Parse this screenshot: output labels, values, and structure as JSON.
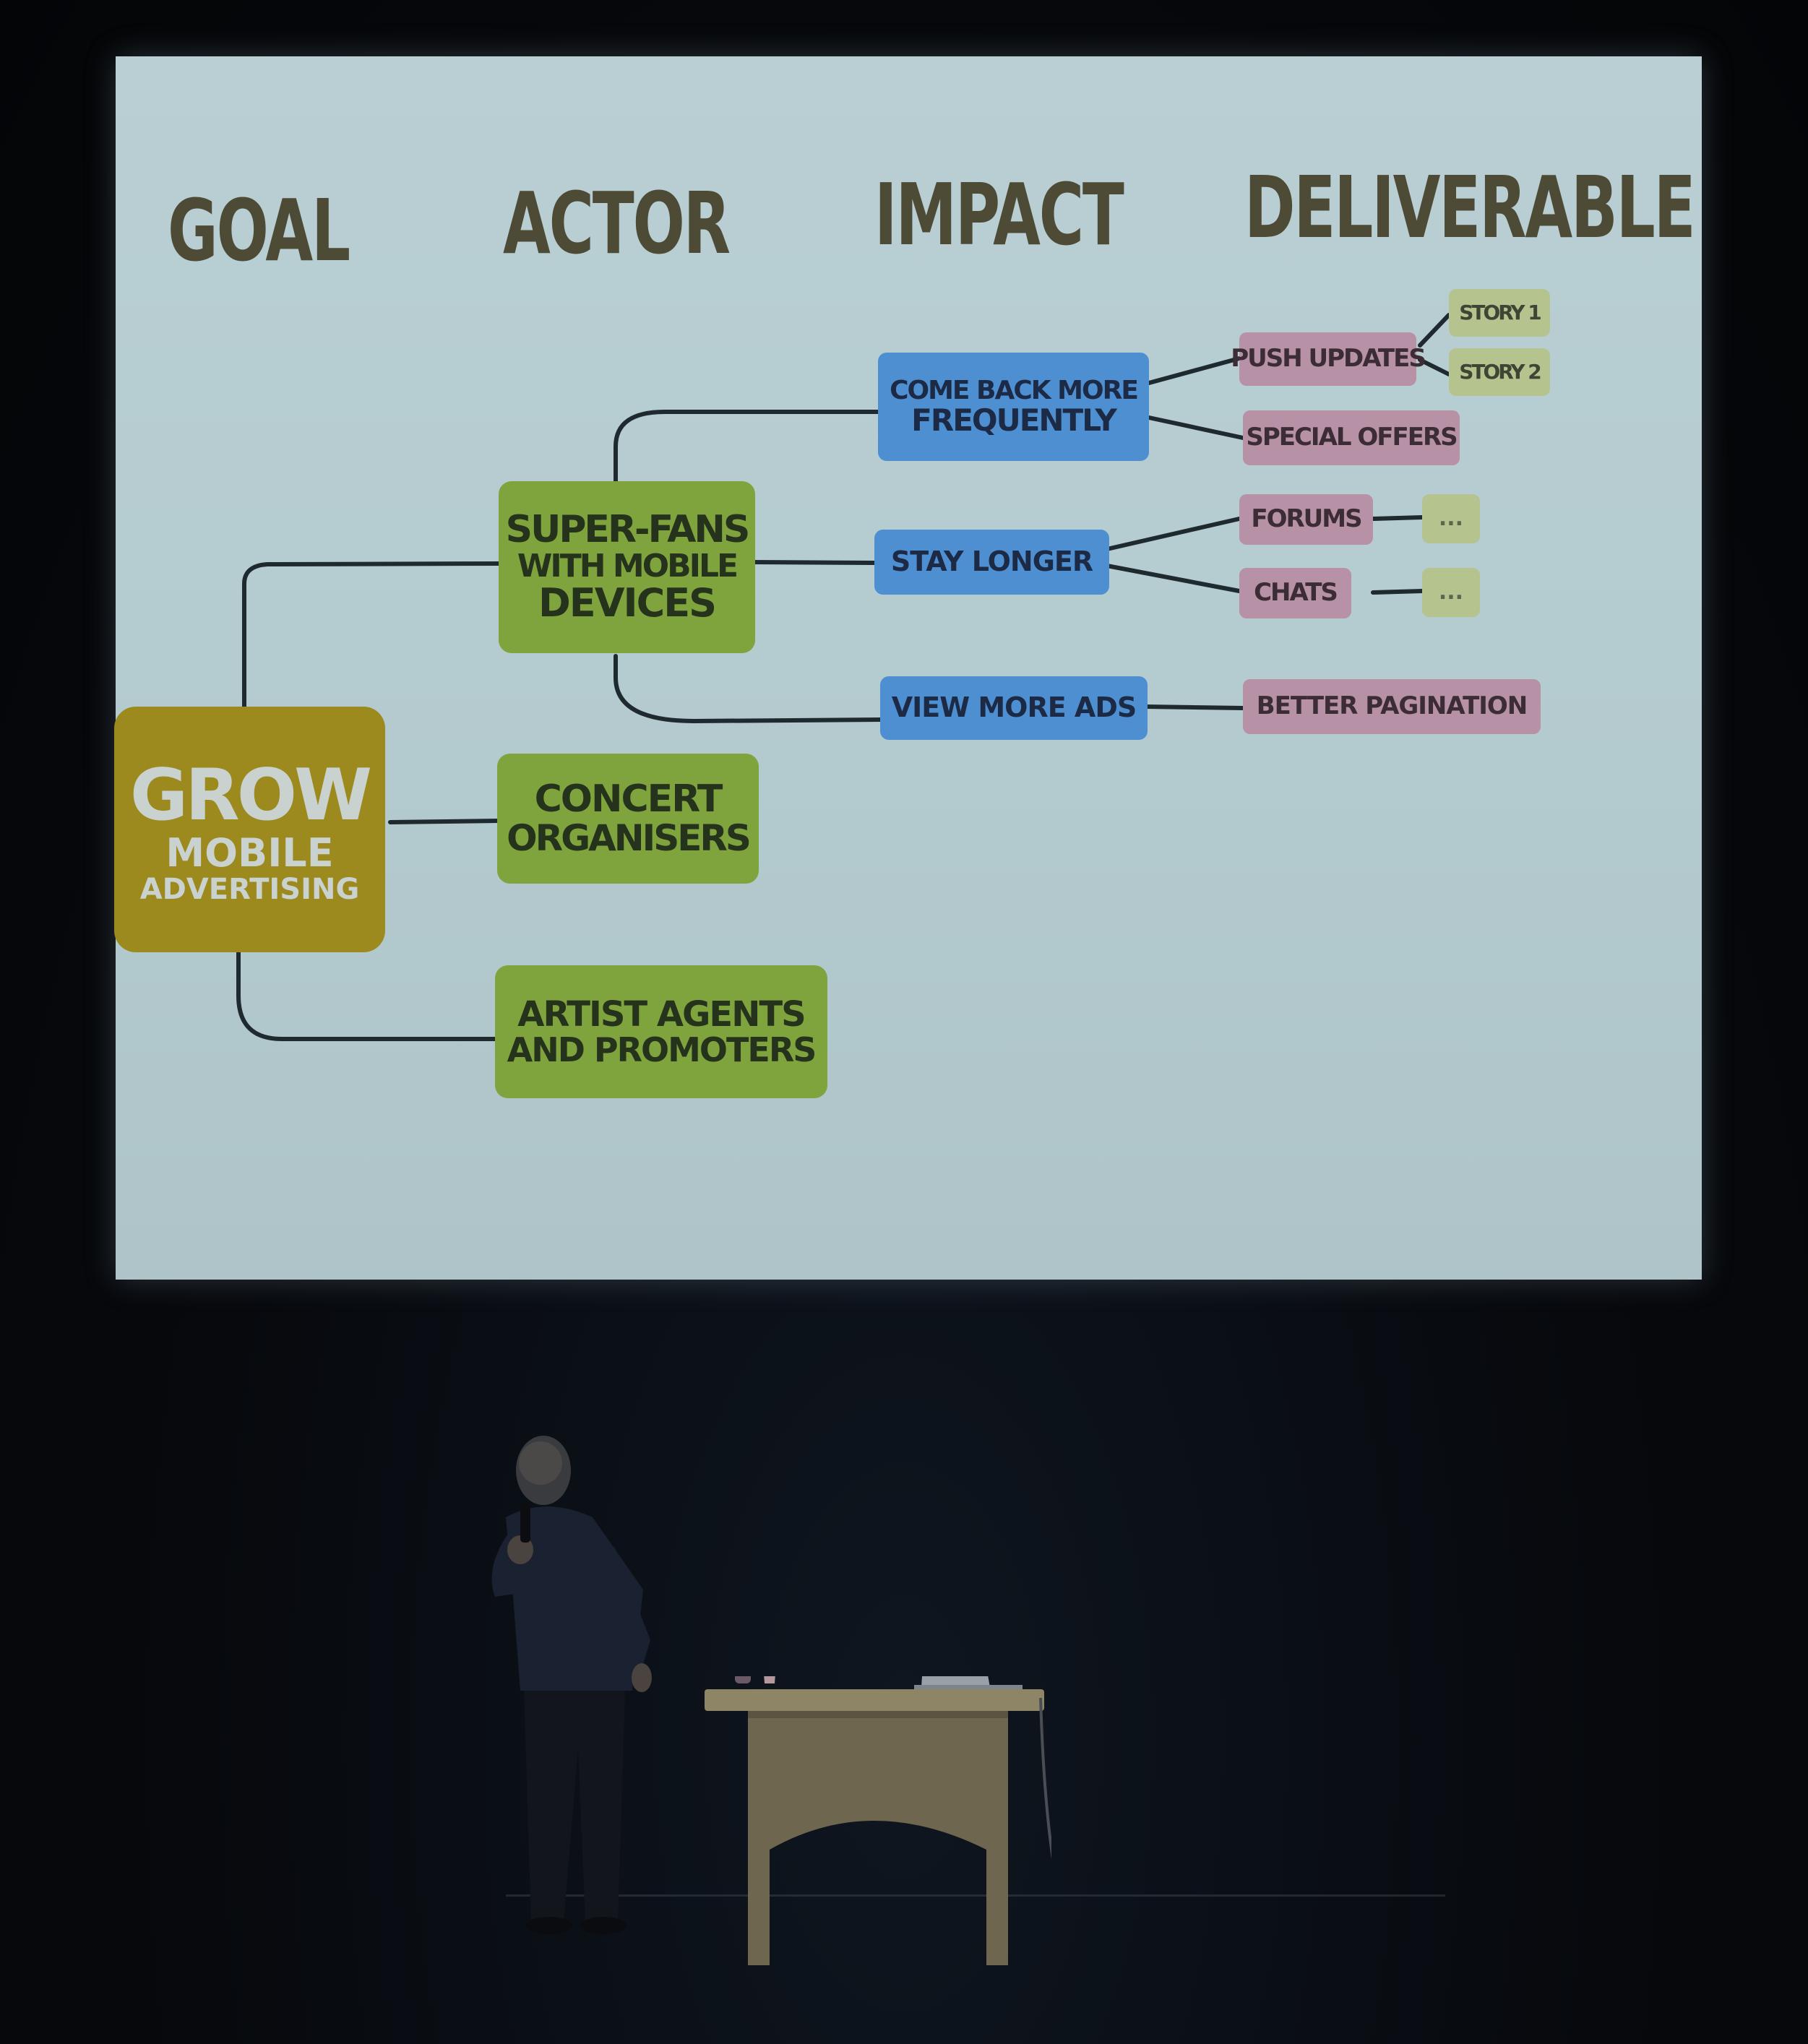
{
  "slide": {
    "headers": {
      "goal": "GOAL",
      "actor": "ACTOR",
      "impact": "IMPACT",
      "deliverable": "DELIVERABLE"
    },
    "goal_node": {
      "line1": "GROW",
      "line2": "MOBILE",
      "line3": "ADVERTISING"
    },
    "actors": {
      "superfans": {
        "line1": "SUPER-FANS",
        "line2": "WITH MOBILE",
        "line3": "DEVICES"
      },
      "concert": {
        "line1": "CONCERT",
        "line2": "ORGANISERS"
      },
      "artist": {
        "line1": "ARTIST AGENTS",
        "line2": "AND PROMOTERS"
      }
    },
    "impacts": {
      "come_back": {
        "line1": "COME BACK MORE",
        "line2": "FREQUENTLY"
      },
      "stay_longer": "STAY LONGER",
      "view_more_ads": "VIEW MORE ADS"
    },
    "deliverables": {
      "push_updates": "PUSH UPDATES",
      "special_offers": "SPECIAL OFFERS",
      "forums": "FORUMS",
      "chats": "CHATS",
      "better_pagination": "BETTER PAGINATION"
    },
    "stories": {
      "story1": "STORY 1",
      "story2": "STORY 2",
      "ellipsis1": "...",
      "ellipsis2": "..."
    },
    "colors": {
      "goal": "#9c8a1e",
      "actor": "#7fa33d",
      "impact": "#4d8fd0",
      "deliverable": "#b792a6",
      "story": "#b5c48e",
      "screen": "#b4cbcf"
    }
  }
}
